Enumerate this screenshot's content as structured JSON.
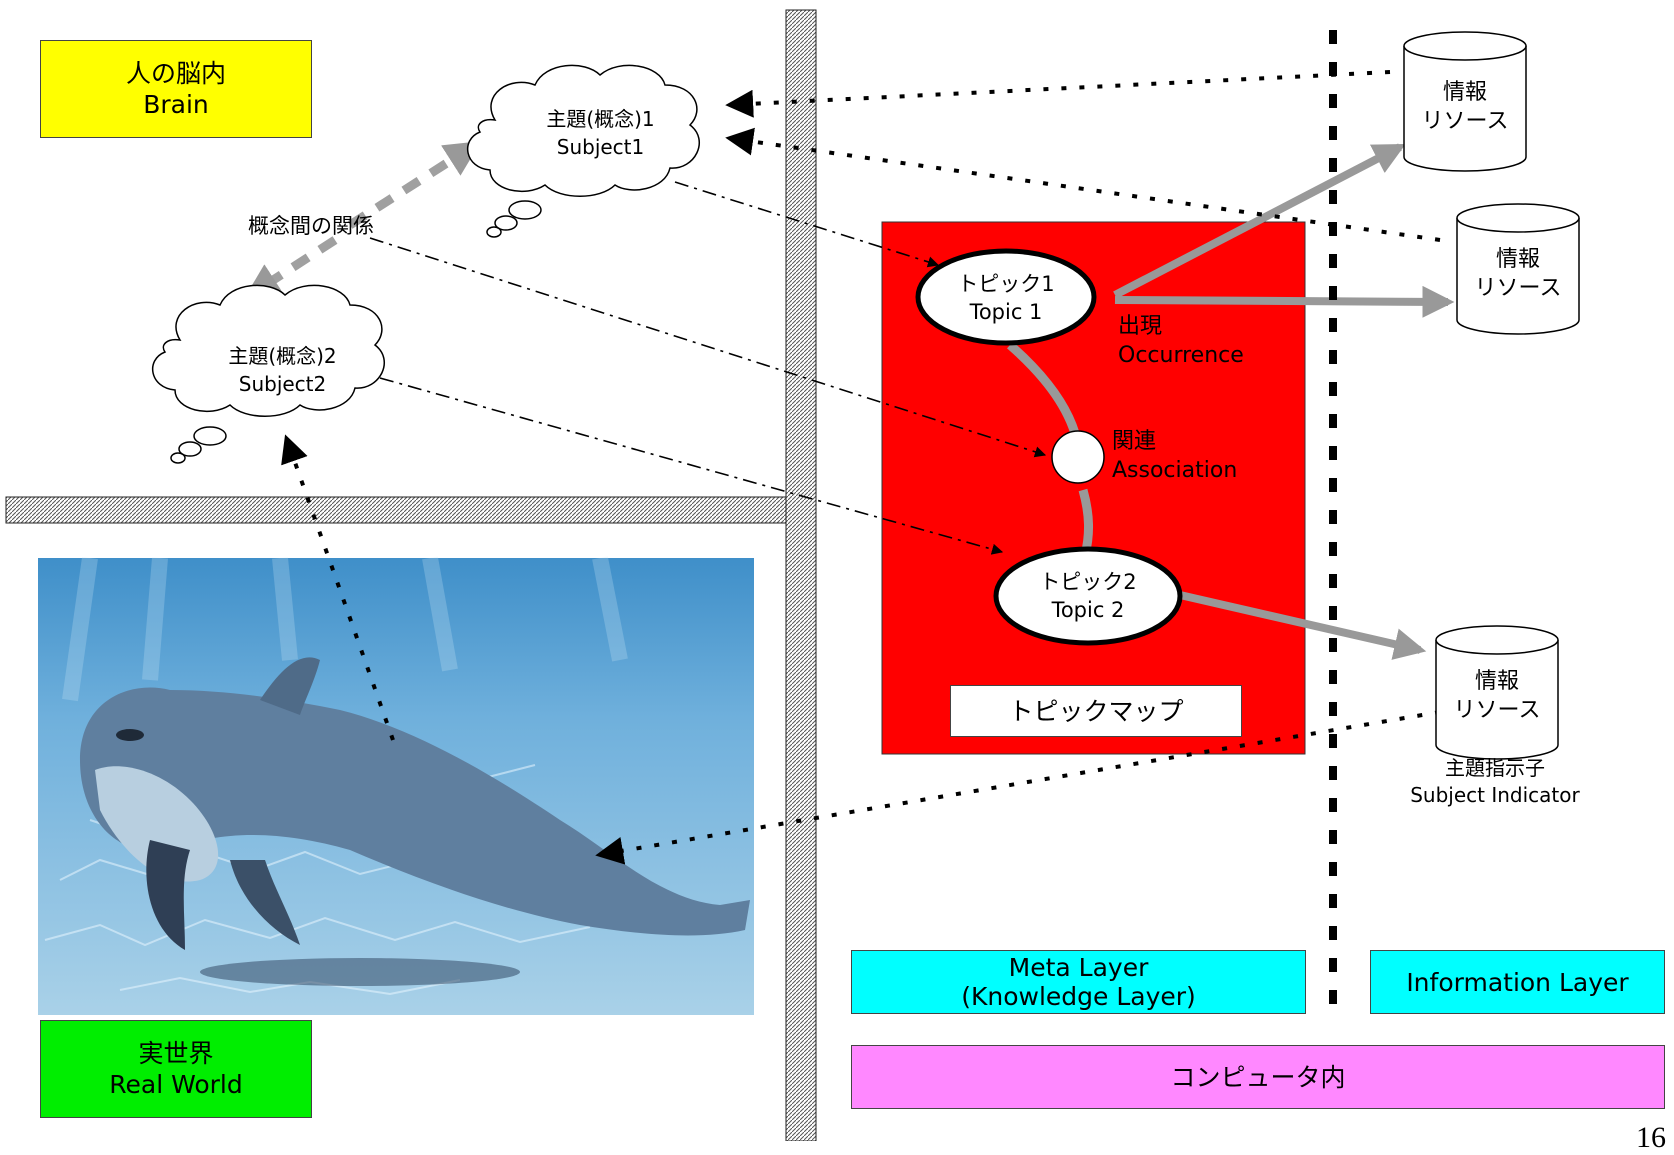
{
  "brain": {
    "ja": "人の脳内",
    "en": "Brain",
    "color": "#ffff00"
  },
  "real_world": {
    "ja": "実世界",
    "en": "Real World",
    "color": "#00ee00"
  },
  "subject1": {
    "ja": "主題(概念)1",
    "en": "Subject1"
  },
  "subject2": {
    "ja": "主題(概念)2",
    "en": "Subject2"
  },
  "relation_label": "概念間の関係",
  "topic1": {
    "ja": "トピック1",
    "en": "Topic 1"
  },
  "topic2": {
    "ja": "トピック2",
    "en": "Topic 2"
  },
  "occurrence": {
    "ja": "出現",
    "en": "Occurrence"
  },
  "association": {
    "ja": "関連",
    "en": "Association"
  },
  "topic_map_label": "トピックマップ",
  "topic_map_color": "#ff0000",
  "resources": [
    {
      "line1": "情報",
      "line2": "リソース"
    },
    {
      "line1": "情報",
      "line2": "リソース"
    },
    {
      "line1": "情報",
      "line2": "リソース"
    }
  ],
  "subject_indicator": {
    "ja": "主題指示子",
    "en": "Subject Indicator"
  },
  "meta_layer": {
    "line1": "Meta Layer",
    "line2": "(Knowledge Layer)",
    "color": "#00ffff"
  },
  "information_layer": {
    "label": "Information Layer",
    "color": "#00ffff"
  },
  "computer": {
    "label": "コンピュータ内",
    "color": "#ff88ff"
  },
  "page_number": "16",
  "icons": {
    "dolphin": "dolphin-underwater-illustration"
  }
}
